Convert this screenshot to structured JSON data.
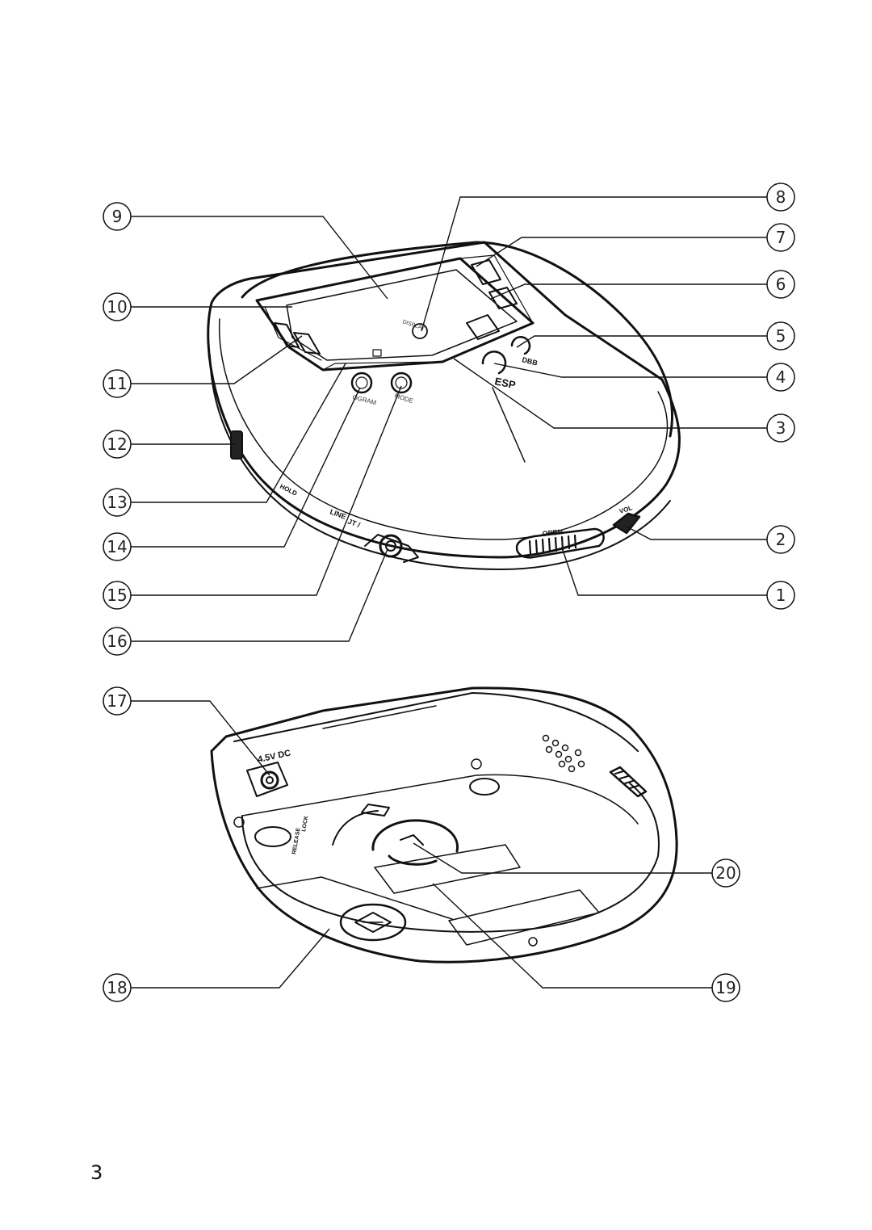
{
  "page_number": "3",
  "callouts": [
    {
      "n": "1"
    },
    {
      "n": "2"
    },
    {
      "n": "3"
    },
    {
      "n": "4"
    },
    {
      "n": "5"
    },
    {
      "n": "6"
    },
    {
      "n": "7"
    },
    {
      "n": "8"
    },
    {
      "n": "9"
    },
    {
      "n": "10"
    },
    {
      "n": "11"
    },
    {
      "n": "12"
    },
    {
      "n": "13"
    },
    {
      "n": "14"
    },
    {
      "n": "15"
    },
    {
      "n": "16"
    },
    {
      "n": "17"
    },
    {
      "n": "18"
    },
    {
      "n": "19"
    },
    {
      "n": "20"
    }
  ],
  "device_labels": {
    "esp": "ESP",
    "dbb": "DBB",
    "display": "DISPLAY",
    "program": "OGRAM",
    "mode": "MODE",
    "hold": "HOLD",
    "line_out": "LINE",
    "line_out_rest": "JT /",
    "open": "OPEN",
    "vol": "VOL",
    "dc_in": "4.5V DC",
    "release": "RELEASE",
    "lock": "LOCK"
  }
}
